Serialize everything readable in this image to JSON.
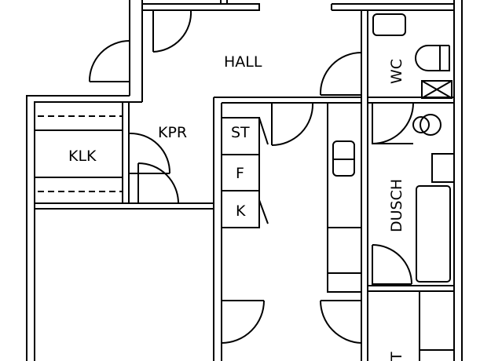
{
  "rooms": {
    "hall": "HALL",
    "kpr": "KPR",
    "klk": "KLK",
    "wc": "WC",
    "dusch": "DUSCH",
    "st": "ST",
    "f": "F",
    "k": "K",
    "partial": "T"
  }
}
